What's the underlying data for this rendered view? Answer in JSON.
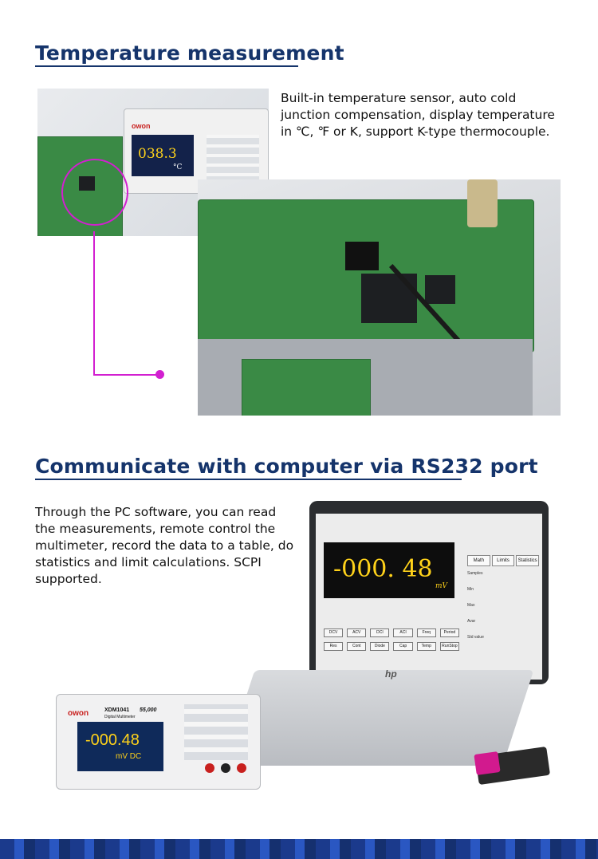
{
  "section1": {
    "title": "Temperature measurement",
    "description": "Built-in temperature sensor, auto cold junction compensation, display temperature in ℃, ℉ or K, support K-type thermocouple.",
    "device_display": "038.3",
    "device_unit": "°C",
    "brand": "owon"
  },
  "section2": {
    "title": "Communicate with computer via RS232 port",
    "description": "Through the PC software, you can read the measurements, remote control the multimeter, record the data to a table, do statistics and limit calculations. SCPI supported.",
    "laptop_reading": "-000. 48",
    "laptop_unit": "mV",
    "laptop_tabs": [
      "Math",
      "Limits",
      "Statistics"
    ],
    "laptop_buttons": [
      "DCV",
      "ACV",
      "DCI",
      "ACI",
      "Freq",
      "Period",
      "Res",
      "Cont",
      "Diode",
      "Cap",
      "Temp",
      "RunStop"
    ],
    "laptop_fields": [
      "Samples",
      "Min",
      "Max",
      "Avar",
      "Std value"
    ],
    "meter_reading": "-000.48",
    "meter_unit": "mV DC",
    "meter_model": "XDM1041",
    "meter_subtitle": "Digital Multimeter",
    "meter_counts": "55,000",
    "laptop_brand": "hp"
  },
  "colors": {
    "title": "#15346b",
    "annotation": "#d21fd0"
  }
}
